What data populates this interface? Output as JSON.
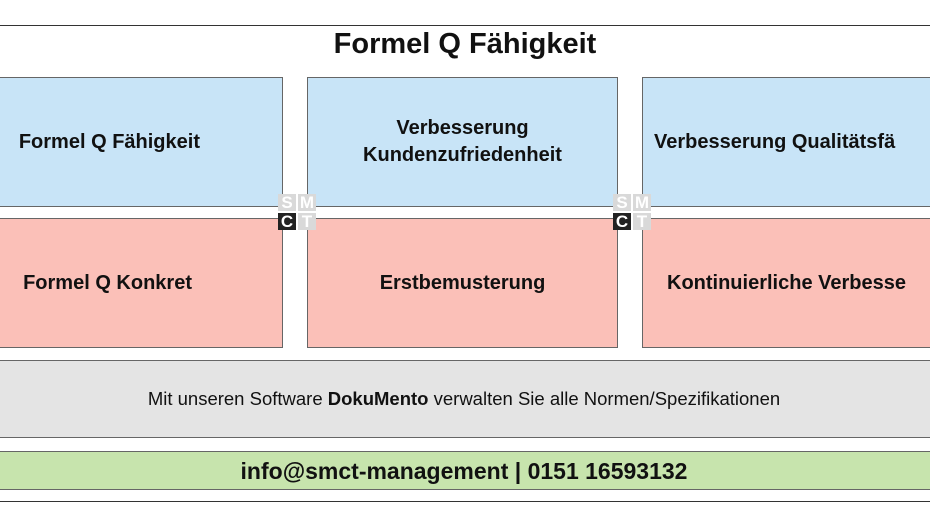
{
  "title": "Formel Q Fähigkeit",
  "boxes": {
    "top": [
      {
        "label": "Formel Q Fähigkeit"
      },
      {
        "label_line1": "Verbesserung",
        "label_line2": "Kundenzufriedenheit"
      },
      {
        "label": "Verbesserung Qualitätsfä"
      }
    ],
    "bottom": [
      {
        "label": "Formel Q Konkret"
      },
      {
        "label": "Erstbemusterung"
      },
      {
        "label": "Kontinuierliche Verbesse"
      }
    ]
  },
  "logos": [
    {
      "letters": [
        "S",
        "M",
        "C",
        "T"
      ],
      "name": "SMCT logo"
    },
    {
      "letters": [
        "S",
        "M",
        "C",
        "T"
      ],
      "name": "SMCT logo"
    }
  ],
  "banner": {
    "prefix": "Mit unseren Software ",
    "product": "DokuMento",
    "suffix": " verwalten Sie alle Normen/Spezifikationen"
  },
  "contact": {
    "text": "info@smct-management | 0151 16593132"
  },
  "colors": {
    "blue_box": "#c8e4f7",
    "red_box": "#fbc0b8",
    "gray_band": "#e4e4e4",
    "green_band": "#c7e4ad",
    "logo_dark": "#222222",
    "logo_light": "#d9d9d9"
  }
}
